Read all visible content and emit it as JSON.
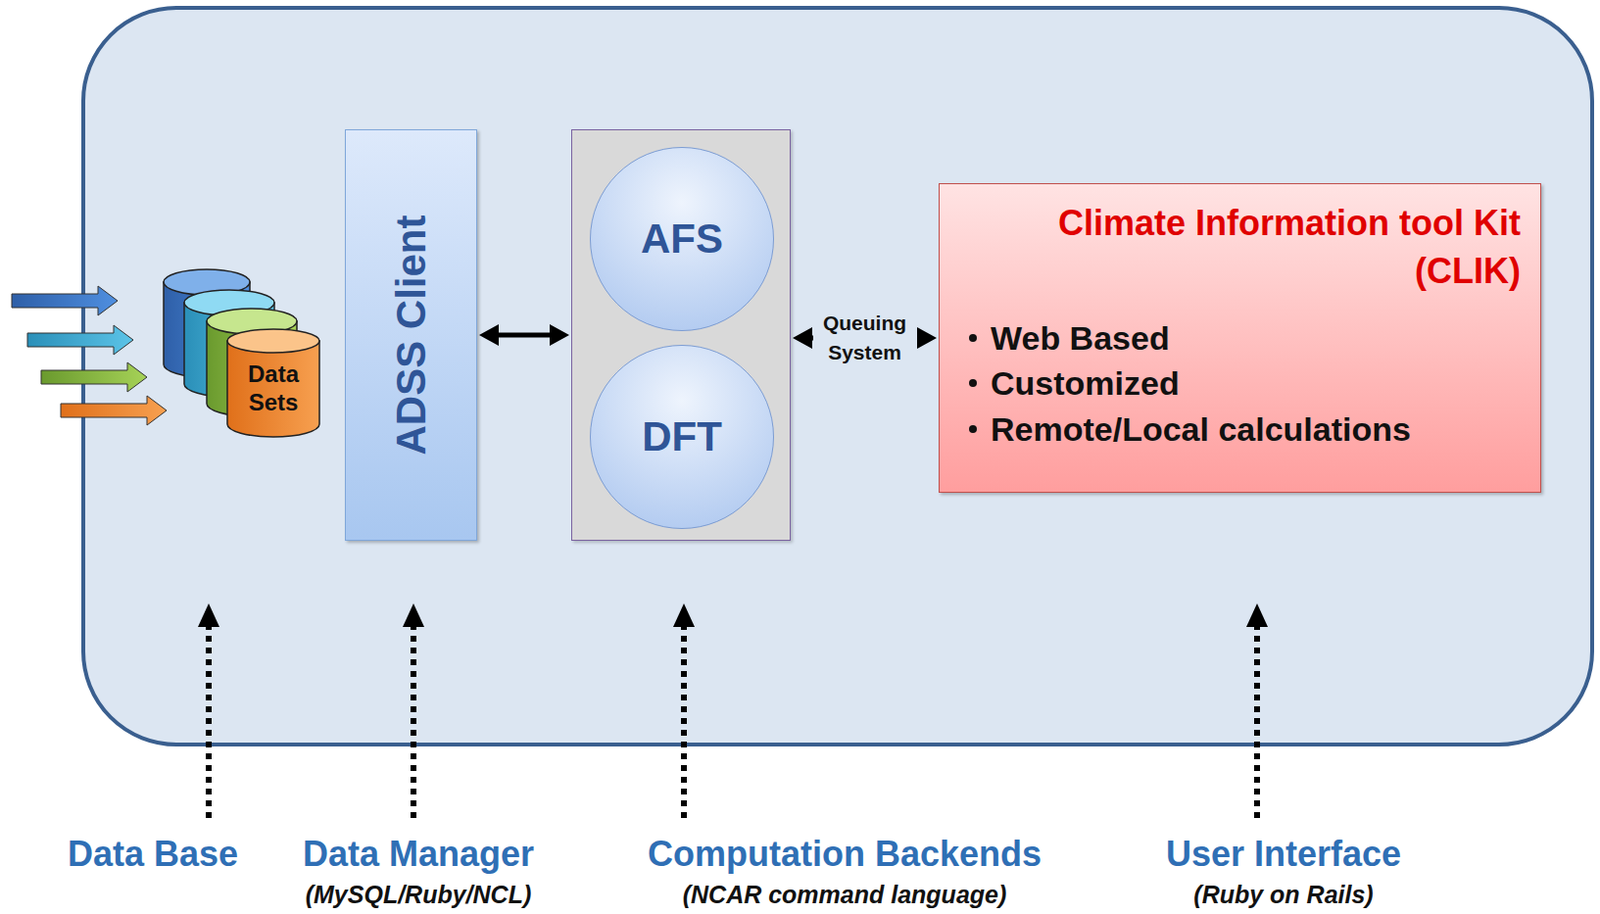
{
  "diagram": {
    "nodes": [
      {
        "text": [
          "Data Sets"
        ]
      },
      {
        "text": [
          "ADSS Client"
        ]
      },
      {
        "text": []
      },
      {
        "text": [
          "AFS"
        ],
        "in": 2
      },
      {
        "text": [
          "DFT"
        ],
        "in": 2
      },
      {
        "text": [
          "Climate Information tool Kit (CLIK)",
          "Web Based",
          "Customized",
          "Remote/Local calculations"
        ]
      }
    ],
    "edges": [
      {
        "from": 1,
        "to": 2,
        "arrow": "both"
      },
      {
        "from": 2,
        "to": 5,
        "label": "Queuing System",
        "arrow": "both"
      }
    ],
    "labels": [
      "Data Base",
      "Data Manager",
      "(MySQL/Ruby/NCL)",
      "Computation Backends",
      "(NCAR command language)",
      "User Interface",
      "(Ruby on Rails)"
    ]
  }
}
